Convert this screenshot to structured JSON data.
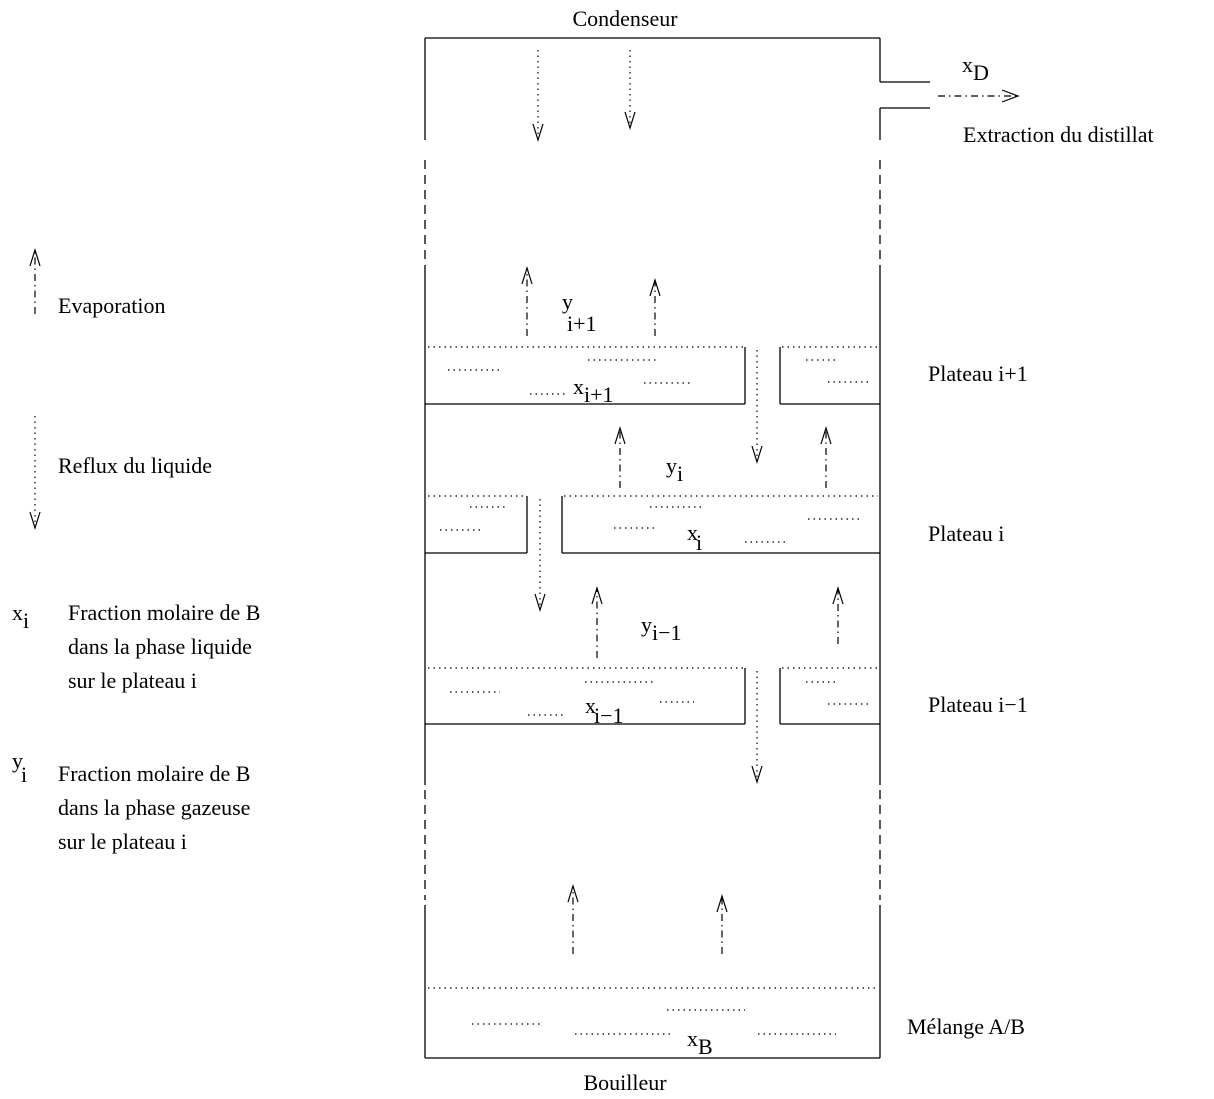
{
  "diagram": {
    "condenser_label": "Condenseur",
    "boiler_label": "Bouilleur",
    "distillate": {
      "variable": "x",
      "variable_sub": "D",
      "label": "Extraction du distillat"
    },
    "legend": {
      "evaporation": "Evaporation",
      "reflux": "Reflux du liquide",
      "x_def": {
        "symbol": "x",
        "symbol_sub": "i",
        "lines": [
          "Fraction molaire de B",
          "dans la phase liquide",
          "sur le plateau i"
        ]
      },
      "y_def": {
        "symbol": "y",
        "symbol_sub": "i",
        "lines": [
          "Fraction molaire de B",
          "dans la phase gazeuse",
          "sur le plateau i"
        ]
      }
    },
    "plates": [
      {
        "name": "Plateau i+1",
        "x_var": "x",
        "x_sub": "i+1",
        "y_var": "y",
        "y_sub": "i+1"
      },
      {
        "name": "Plateau i",
        "x_var": "x",
        "x_sub": "i",
        "y_var": "y",
        "y_sub": "i"
      },
      {
        "name": "Plateau i−1",
        "x_var": "x",
        "x_sub": "i−1",
        "y_var": "y",
        "y_sub": "i−1"
      }
    ],
    "mixture": {
      "label": "Mélange A/B",
      "variable": "x",
      "variable_sub": "B"
    }
  }
}
